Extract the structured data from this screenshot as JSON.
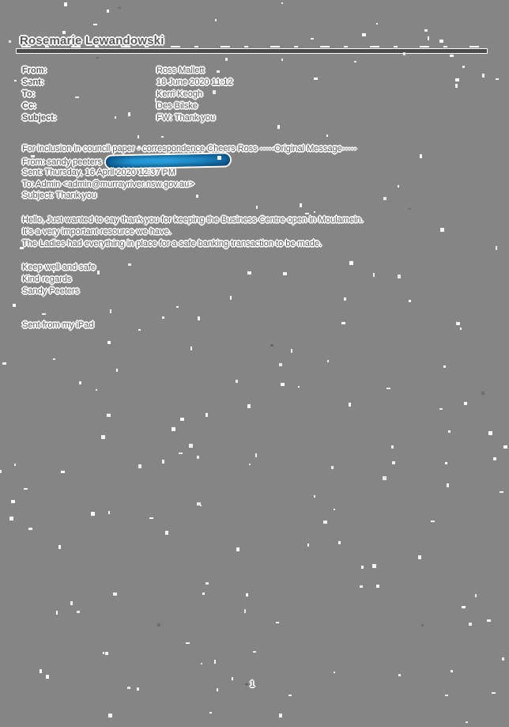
{
  "document": {
    "author_header": "Rosemarie Lewandowski",
    "page_number": "1"
  },
  "email_header": {
    "fields": [
      {
        "label": "From:",
        "value": "Ross Mallett"
      },
      {
        "label": "Sent:",
        "value": "18 June 2020 11:12"
      },
      {
        "label": "To:",
        "value": "Kerri Keogh"
      },
      {
        "label": "Cc:",
        "value": "Des Bilske"
      },
      {
        "label": "Subject:",
        "value": "FW: Thank you"
      }
    ]
  },
  "quoted_message": {
    "intro": "For inclusion in council paper - correspondence Cheers Ross -----Original Message-----",
    "from_prefix": "From: sandy peeters",
    "sent": "Sent: Thursday, 16 April 2020 12:37 PM",
    "to": "To: Admin <admin@murrayriver.nsw.gov.au>",
    "subject": "Subject: Thank you"
  },
  "message_body": {
    "lines": [
      "Hello, Just wanted to say thank you for keeping the Business Centre open in Moulamein.",
      "It’s a very important resource we have.",
      "The Ladies had everything in place for a safe banking transaction to be made."
    ],
    "closing": [
      "Keep well and safe",
      "Kind regards",
      "Sandy Peeters"
    ],
    "signature": "Sent from my iPad"
  },
  "colors": {
    "paper": "#858585",
    "ink": "#585858",
    "halo": "#ffffff",
    "rule": "#4b4b4b",
    "redaction_blue": "#1e86c6"
  }
}
